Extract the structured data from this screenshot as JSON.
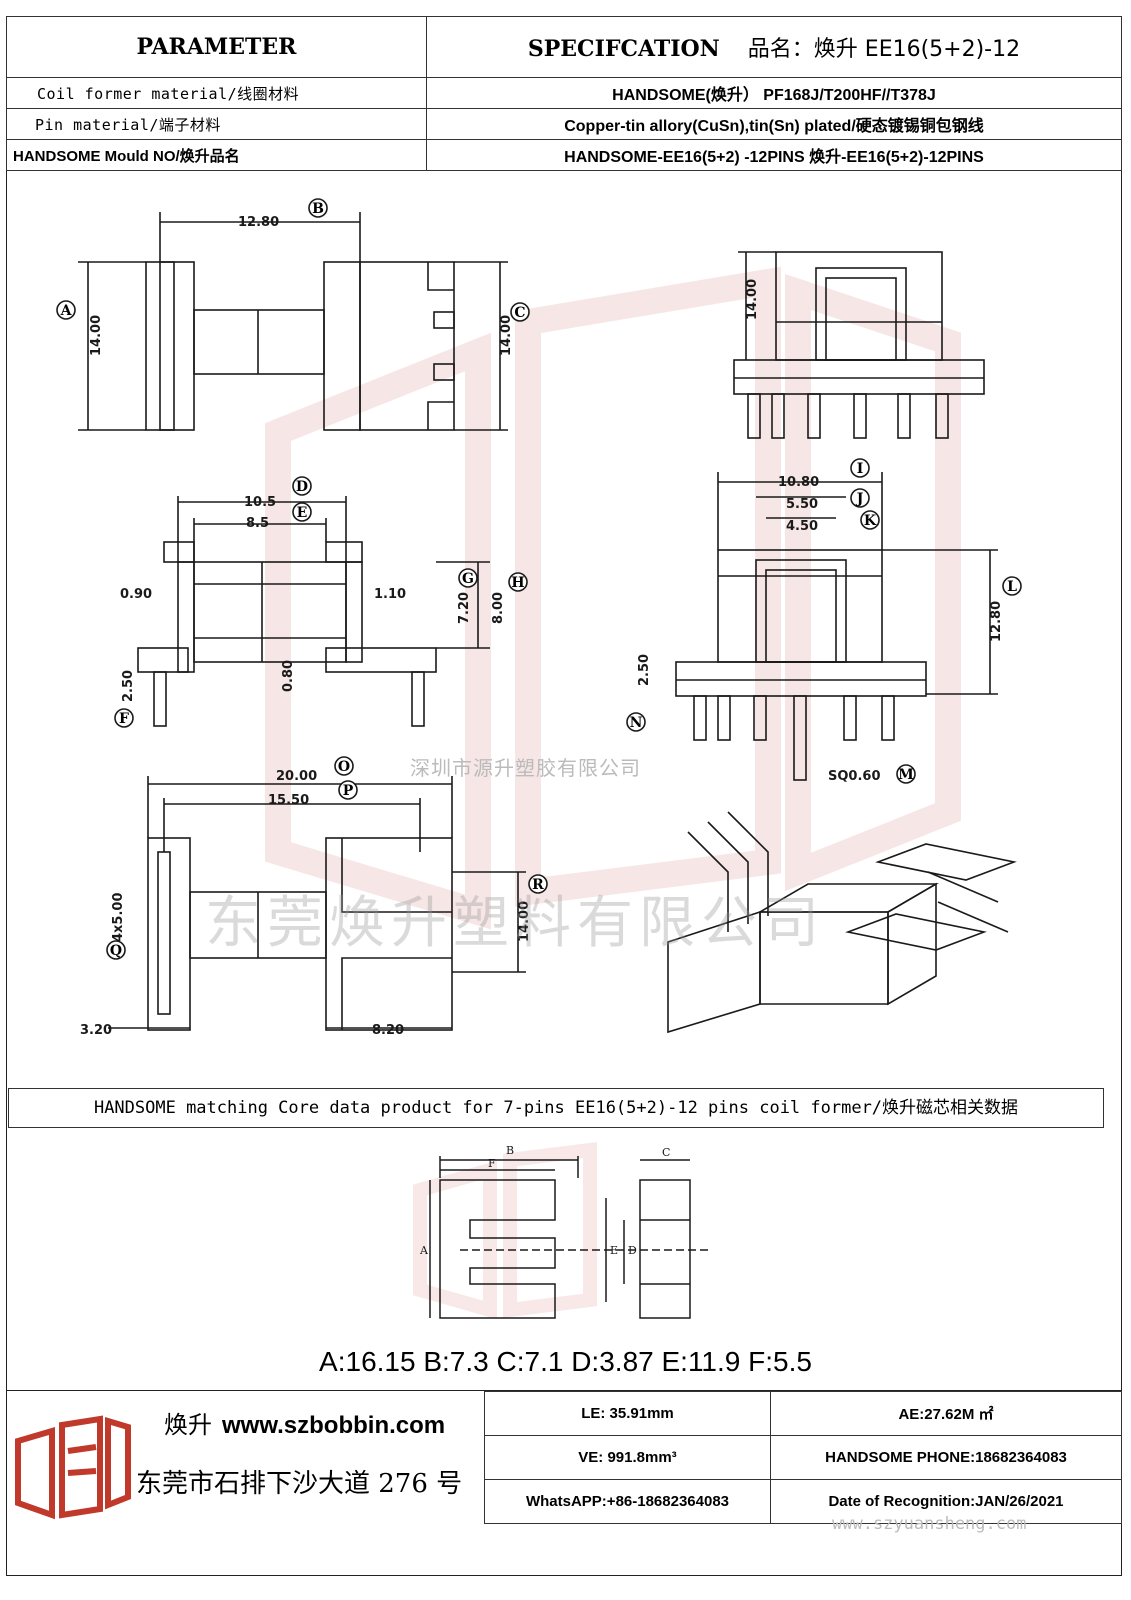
{
  "header": {
    "parameter": "PARAMETER",
    "specification": "SPECIFCATION",
    "product_name": "品名：焕升 EE16(5+2)-12"
  },
  "rows": [
    {
      "label": "Coil former material/线圈材料",
      "value": "HANDSOME(焕升）  PF168J/T200HF//T378J"
    },
    {
      "label": "Pin material/端子材料",
      "value": "Copper-tin allory(CuSn),tin(Sn) plated/硬态镀锡铜包钢线"
    },
    {
      "label": "HANDSOME Mould NO/焕升品名",
      "value": "HANDSOME-EE16(5+2) -12PINS    焕升-EE16(5+2)-12PINS"
    }
  ],
  "drawing": {
    "dims": {
      "d1280": "12.80",
      "d1400a": "14.00",
      "d1400b": "14.00",
      "d1400c": "14.00",
      "d105": "10.5",
      "d85": "8.5",
      "d090": "0.90",
      "d110": "1.10",
      "d720": "7.20",
      "d800": "8.00",
      "d080": "0.80",
      "d250a": "2.50",
      "d1080": "10.80",
      "d550": "5.50",
      "d450": "4.50",
      "d1280b": "12.80",
      "d250b": "2.50",
      "dsq": "SQ0.60",
      "d2000": "20.00",
      "d1550": "15.50",
      "d5x": "4x5.00",
      "d1400d": "14.00",
      "d320": "3.20",
      "d820": "8.20"
    },
    "callouts": {
      "A": "A",
      "B": "B",
      "C": "C",
      "D": "D",
      "E": "E",
      "F": "F",
      "G": "G",
      "H": "H",
      "I": "I",
      "J": "J",
      "K": "K",
      "L": "L",
      "M": "M",
      "N": "N",
      "O": "O",
      "P": "P",
      "Q": "Q",
      "R": "R"
    },
    "watermark_small": "深圳市源升塑胶有限公司",
    "watermark_large": "东莞焕升塑料有限公司"
  },
  "core": {
    "heading": "HANDSOME matching Core data  product for 7-pins EE16(5+2)-12 pins coil former/焕升磁芯相关数据",
    "letters": {
      "A": "A",
      "B": "B",
      "C": "C",
      "D": "D",
      "E": "E",
      "F": "F"
    },
    "values": "A:16.15 B:7.3 C:7.1 D:3.87 E:11.9 F:5.5"
  },
  "footer": {
    "brand": "焕升",
    "website": "www.szbobbin.com",
    "address": "东莞市石排下沙大道 276 号",
    "le": "LE: 35.91mm",
    "ae": "AE:27.62M ㎡",
    "ve": "VE: 991.8mm³",
    "phone": "HANDSOME PHONE:18682364083",
    "whatsapp": "WhatsAPP:+86-18682364083",
    "date": "Date of Recognition:JAN/26/2021",
    "watermark_url": "www.szyuansheng.com"
  },
  "colors": {
    "line": "#1a1a1a",
    "watermark": "#c24040"
  }
}
